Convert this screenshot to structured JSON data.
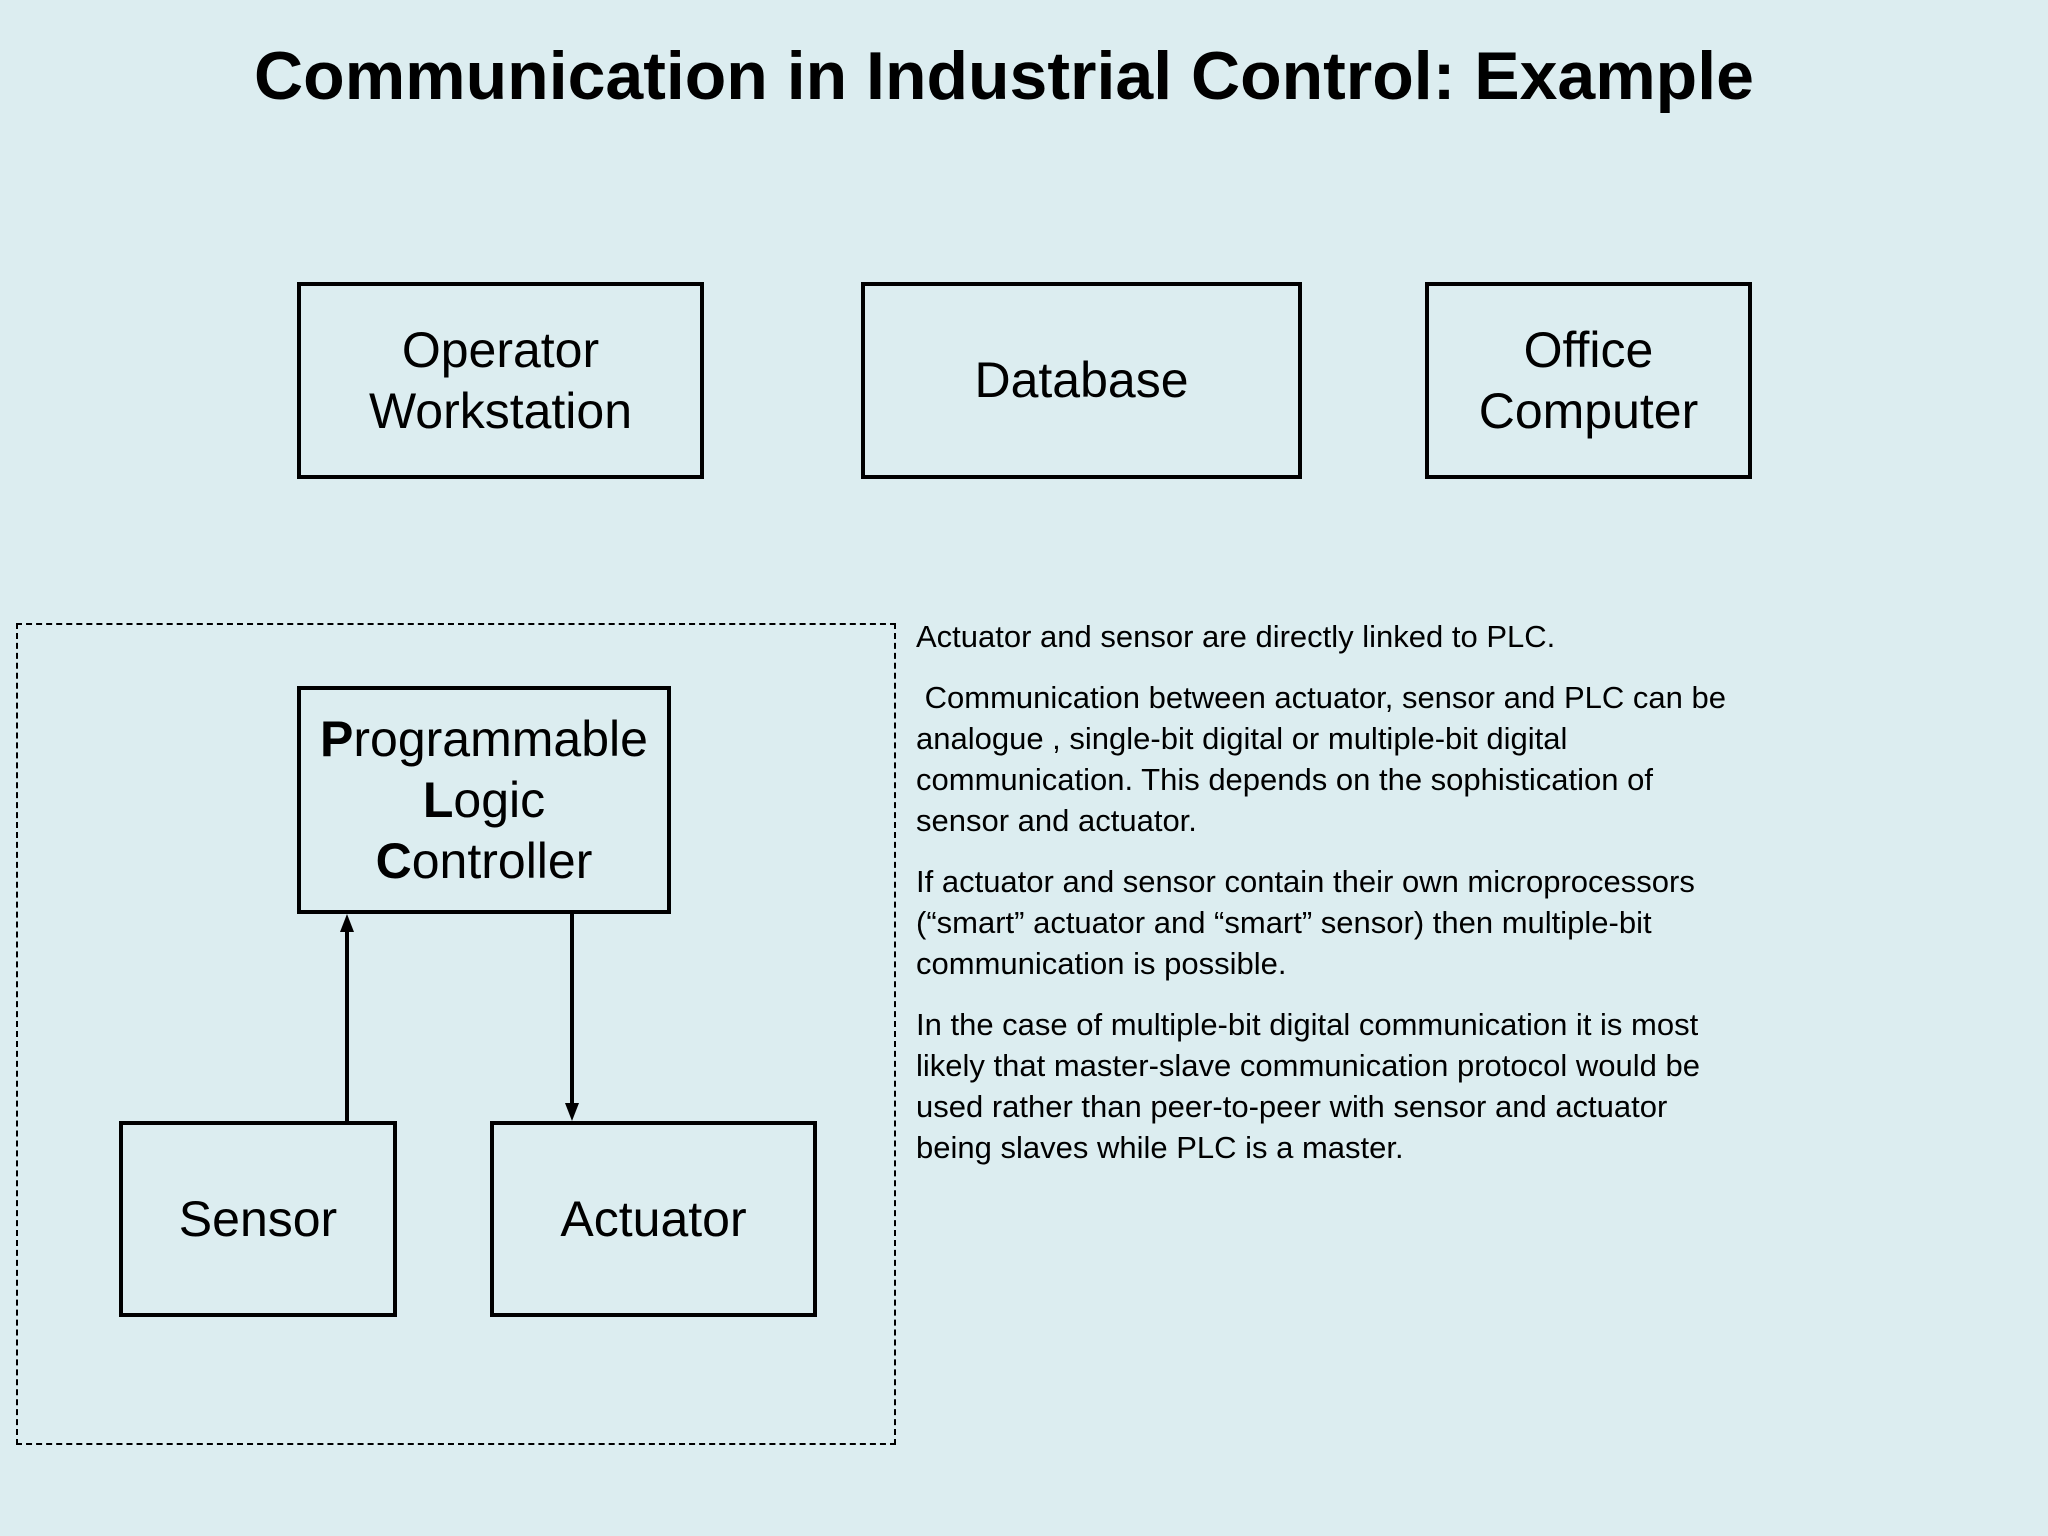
{
  "title": "Communication in Industrial Control: Example",
  "top_nodes": {
    "operator_workstation": [
      "Operator",
      "Workstation"
    ],
    "database": [
      "Database"
    ],
    "office_computer": [
      "Office",
      "Computer"
    ]
  },
  "plc": {
    "lines": [
      {
        "initial": "P",
        "rest": "rogrammable"
      },
      {
        "initial": "L",
        "rest": "ogic"
      },
      {
        "initial": "C",
        "rest": "ontroller"
      }
    ]
  },
  "sensor": "Sensor",
  "actuator": "Actuator",
  "edges": [
    {
      "from": "Sensor",
      "to": "Programmable Logic Controller"
    },
    {
      "from": "Programmable Logic Controller",
      "to": "Actuator"
    }
  ],
  "notes": [
    "Actuator and sensor are directly linked to PLC.",
    " Communication between actuator, sensor and PLC can be analogue , single-bit digital or multiple-bit digital communication. This depends on the sophistication of sensor and actuator.",
    "If actuator and sensor contain their own microprocessors (“smart” actuator and “smart” sensor) then multiple-bit communication is possible.",
    "In the case of multiple-bit digital communication it is most likely that master-slave communication protocol would be used rather than peer-to-peer with sensor and actuator being slaves while PLC is a master."
  ],
  "colors": {
    "background": "#dcedf0",
    "ink": "#000000"
  }
}
